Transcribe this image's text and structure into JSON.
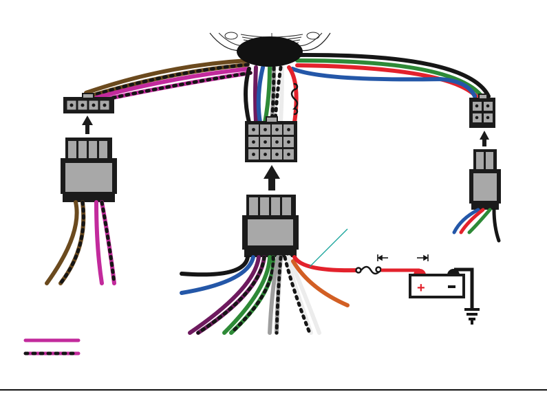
{
  "diagram": {
    "type": "wiring-harness",
    "colors": {
      "brown": "#6b4a1e",
      "magenta": "#c22a9c",
      "black": "#161616",
      "purple": "#6e1a5e",
      "blue": "#2457a8",
      "green": "#2e8a37",
      "gray": "#9e9e9e",
      "white": "#ececec",
      "red": "#e3222c",
      "orange": "#d25f24",
      "teal": "#14a39a",
      "connector_gray": "#a8a8a8",
      "connector_black": "#1b1b1b"
    },
    "left_connector": {
      "pins": 4,
      "wires": [
        "brown",
        "brown-black",
        "magenta",
        "magenta-black"
      ]
    },
    "center_connector": {
      "pins": 12,
      "wires": [
        "black",
        "blue",
        "purple",
        "purple-black",
        "green",
        "green-black",
        "gray",
        "gray-black",
        "white-black",
        "white",
        "orange",
        "red"
      ]
    },
    "right_connector": {
      "pins": 4,
      "wires": [
        "blue",
        "red",
        "green",
        "black"
      ]
    },
    "power": {
      "fuse": "inline-fuse",
      "battery_positive": "+",
      "battery_negative": "−",
      "ground": "ground-symbol"
    },
    "legend": [
      {
        "style": "solid",
        "color": "magenta"
      },
      {
        "style": "dotted",
        "color": "magenta-black"
      }
    ]
  }
}
